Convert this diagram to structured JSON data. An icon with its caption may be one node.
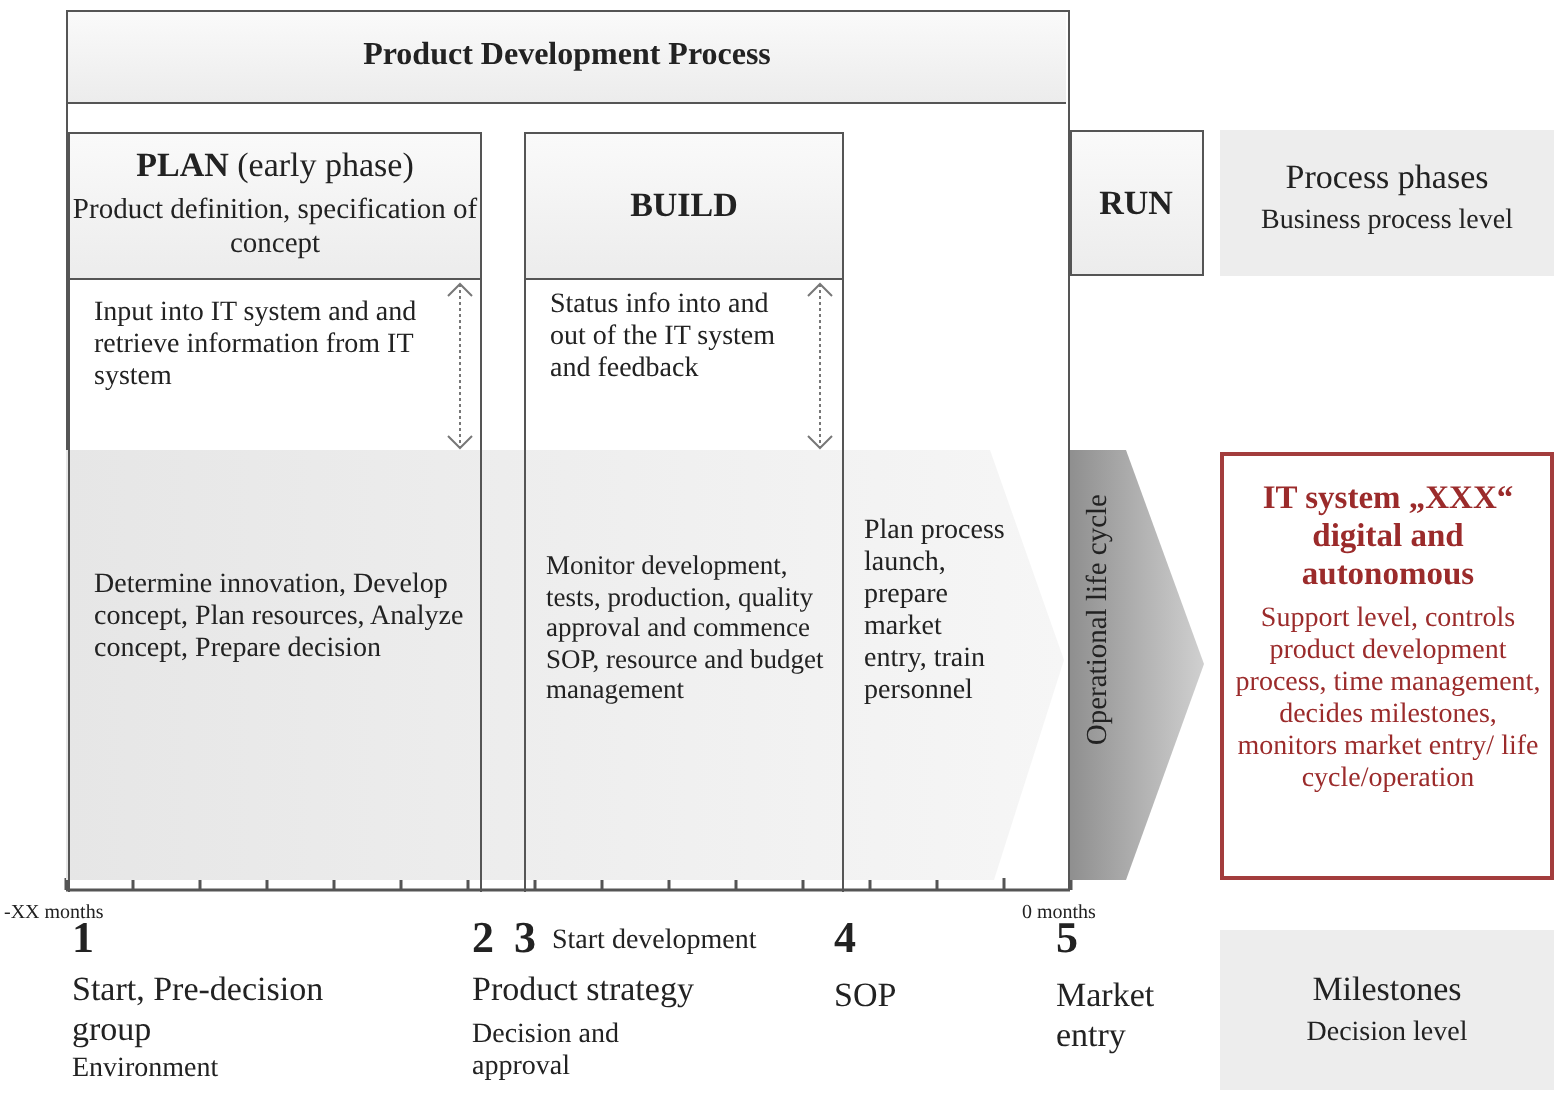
{
  "diagram": {
    "nodes": [
      {
        "text": [
          "Product Development Process"
        ]
      },
      {
        "text": [
          "**PLAN** (early phase)",
          "Product definition, specification of concept",
          "Input into IT system and and retrieve information from IT system",
          "Determine innovation, Develop concept, Plan resources, Analyze concept, Prepare decision"
        ],
        "in": 0
      },
      {
        "text": [
          "BUILD",
          "Status info into and out of the IT system and feedback",
          "Monitor development, tests, production, quality approval and commence SOP, resource and budget management"
        ],
        "in": 0
      },
      {
        "text": [
          "RUN"
        ]
      },
      {
        "text": [
          "Process phases",
          "Business process level"
        ]
      },
      {
        "text": [
          "Operational life cycle"
        ]
      },
      {
        "text": [
          "IT system „XXX“ digital and autonomous",
          "Support level, controls product development process, time management, decides milestones, monitors market entry/ life cycle/operation"
        ]
      },
      {
        "text": [
          "Milestones",
          "Decision level"
        ]
      }
    ],
    "labels": [
      "Plan process launch, prepare market entry, train personnel",
      "-XX months",
      "0 months",
      "1",
      "Start, Pre-decision group",
      "Environment",
      "2",
      "3",
      "Start development",
      "Product strategy",
      "Decision and approval",
      "4",
      "SOP",
      "5",
      "Market entry"
    ]
  }
}
